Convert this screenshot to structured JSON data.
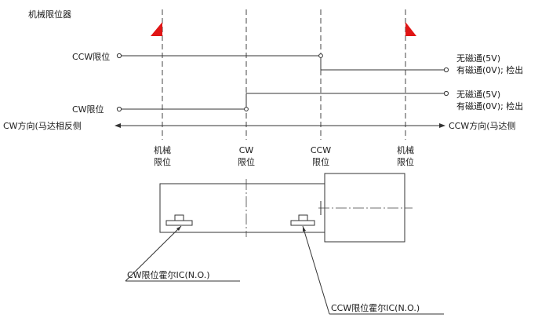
{
  "labels": {
    "mechanical_limiter": "机械限位器",
    "ccw_limit": "CCW限位",
    "cw_limit": "CW限位",
    "cw_direction": "CW方向(马达相反侧",
    "ccw_direction": "CCW方向(马达侧",
    "no_magnet": "无磁通(5V)",
    "magnet_detect": "有磁通(0V); 检出",
    "col_mech_l1": "机械",
    "col_mech_l2": "限位",
    "col_cw_l1": "CW",
    "col_cw_l2": "限位",
    "col_ccw_l1": "CCW",
    "col_ccw_l2": "限位",
    "hall_cw": "CW限位霍尔IC(N.O.)",
    "hall_ccw": "CCW限位霍尔IC(N.O.)"
  },
  "colors": {
    "stopper": "#e01515",
    "line": "#333333"
  }
}
